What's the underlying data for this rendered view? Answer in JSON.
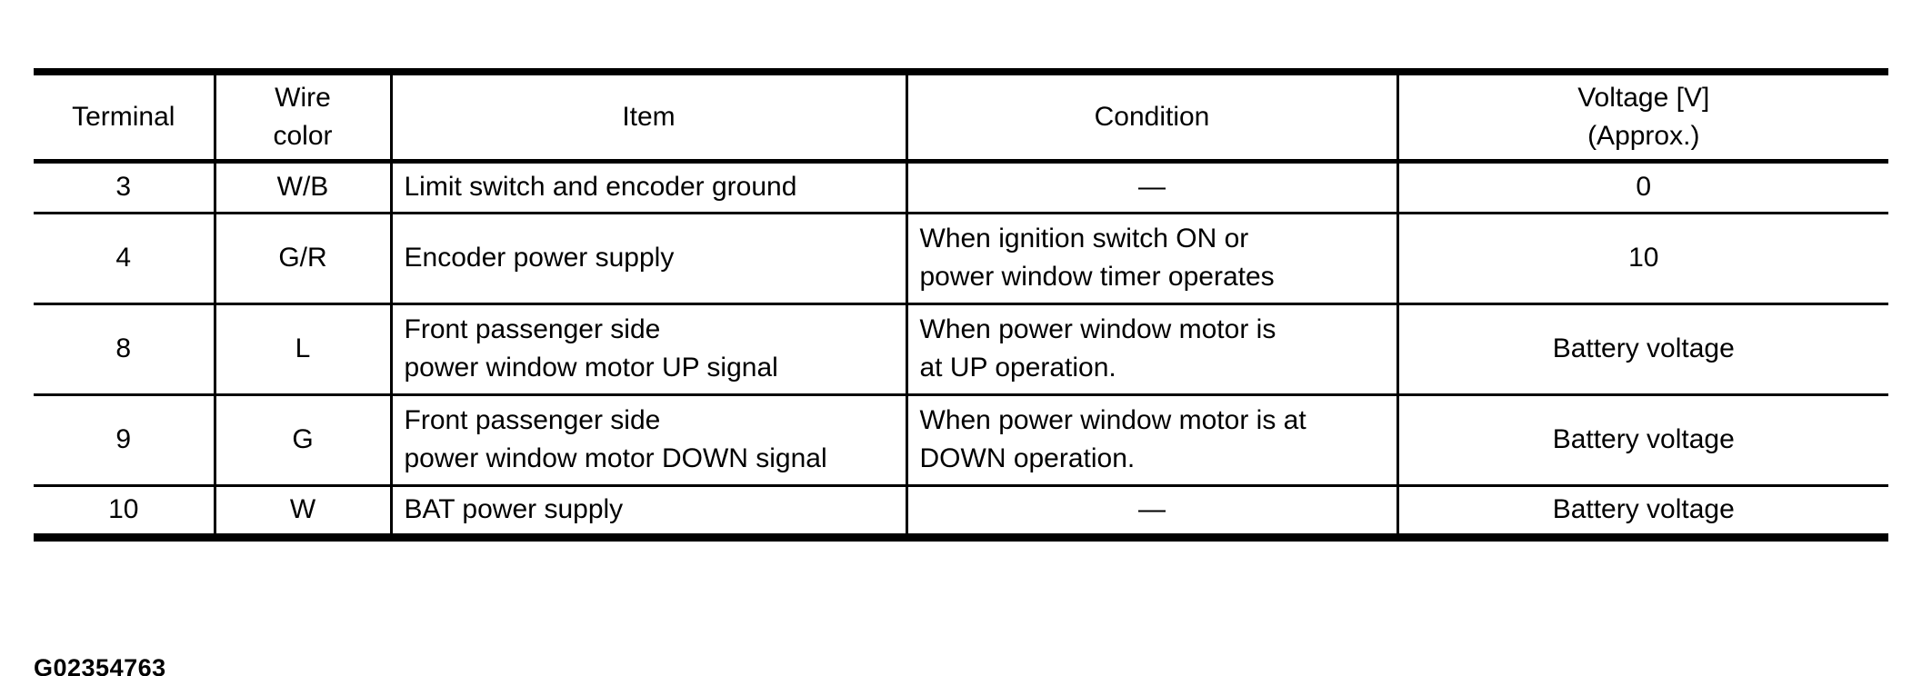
{
  "page": {
    "figure_id": "G02354763",
    "colors": {
      "ink": "#000000",
      "paper": "#ffffff"
    }
  },
  "table": {
    "headers": {
      "terminal": "Terminal",
      "wire_color": [
        "Wire",
        "color"
      ],
      "item": "Item",
      "condition": "Condition",
      "voltage": [
        "Voltage [V]",
        "(Approx.)"
      ]
    },
    "rows": [
      {
        "terminal": "3",
        "wire_color": "W/B",
        "item": "Limit switch and encoder ground",
        "condition": "—",
        "voltage": "0"
      },
      {
        "terminal": "4",
        "wire_color": "G/R",
        "item": "Encoder power supply",
        "condition": [
          "When ignition switch ON or",
          "power window timer operates"
        ],
        "voltage": "10"
      },
      {
        "terminal": "8",
        "wire_color": "L",
        "item": [
          "Front passenger side",
          "power window motor UP signal"
        ],
        "condition": [
          "When power window motor is",
          "at UP operation."
        ],
        "voltage": "Battery voltage"
      },
      {
        "terminal": "9",
        "wire_color": "G",
        "item": [
          "Front passenger side",
          "power window motor DOWN signal"
        ],
        "condition": [
          "When power window motor is at",
          "DOWN operation."
        ],
        "voltage": "Battery voltage"
      },
      {
        "terminal": "10",
        "wire_color": "W",
        "item": "BAT power supply",
        "condition": "—",
        "voltage": "Battery voltage"
      }
    ]
  }
}
